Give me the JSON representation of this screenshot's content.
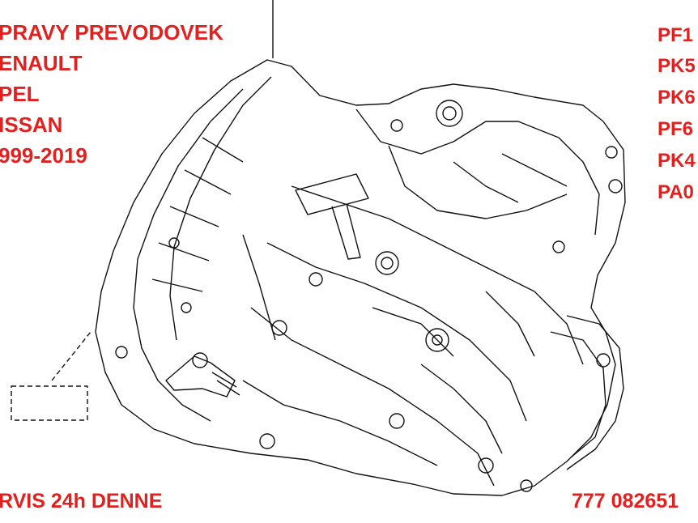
{
  "left_lines": [
    "PRAVY PREVODOVEK",
    "ENAULT",
    "PEL",
    "ISSAN",
    "999-2019"
  ],
  "right_codes": [
    "PF1",
    "PK5",
    "PK6",
    "PF6",
    "PK4",
    "PA0"
  ],
  "bottom_left": "RVIS 24h DENNE",
  "bottom_right": "777 082651",
  "colors": {
    "text": "#e0211f",
    "drawing": "#000000"
  },
  "illustration": "gearbox-line-drawing"
}
